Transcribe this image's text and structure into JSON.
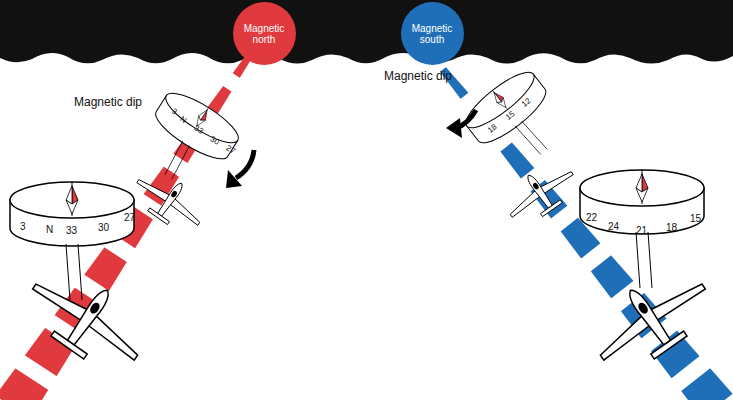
{
  "diagram": {
    "nodes": [
      {
        "text": [
          "Magnetic north"
        ]
      },
      {
        "text": [
          "Magnetic south"
        ]
      }
    ],
    "labels": [
      "Magnetic dip",
      "3",
      "N",
      "33",
      "30",
      "27",
      "3",
      "N",
      "33",
      "30",
      "27",
      "Magnetic dip",
      "18",
      "15",
      "12",
      "22",
      "24",
      "21",
      "18",
      "15"
    ]
  }
}
